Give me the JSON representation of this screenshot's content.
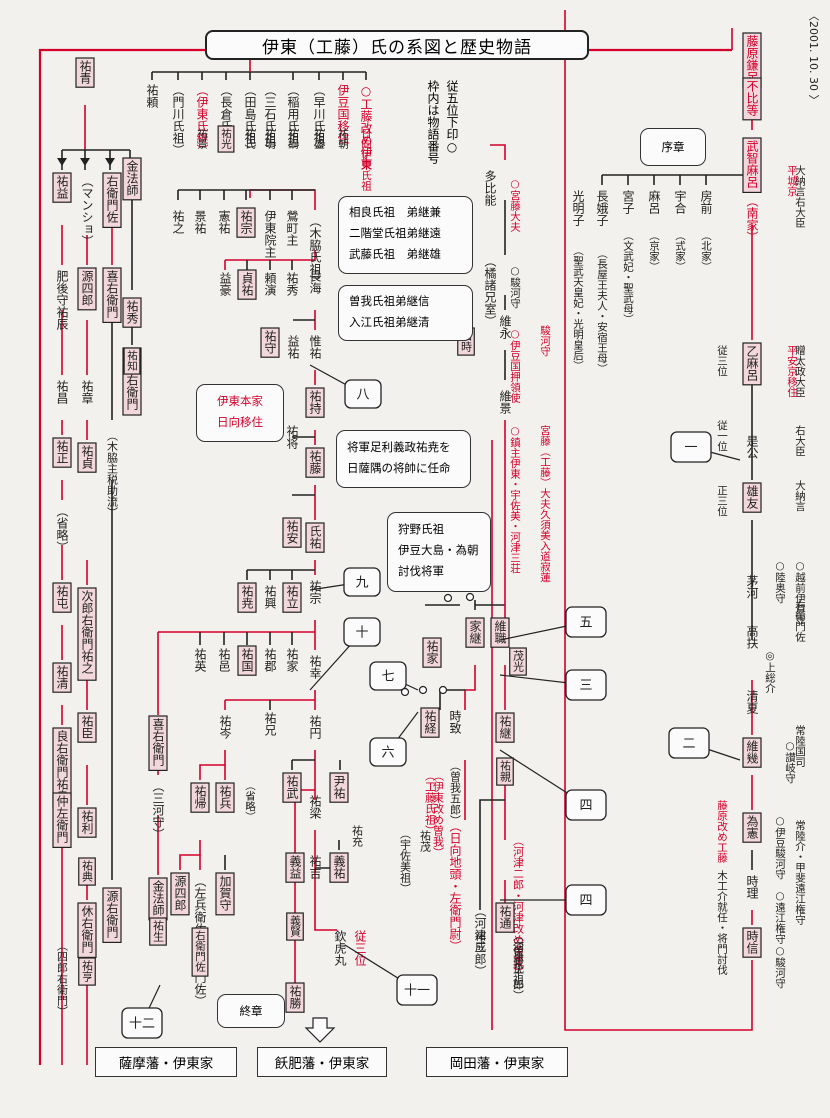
{
  "title": "伊東（工藤）氏の系図と歴史物語",
  "date": "〈2001. 10. 30 〉",
  "legend": {
    "line1": "従五位下印○",
    "line2": "枠内は物語番号"
  },
  "colors": {
    "red": "#d4002a",
    "ink": "#222222",
    "box_fill": "#f2d8dc",
    "paper": "#f3f1ee"
  },
  "people": [
    {
      "name": "藤原鎌足",
      "color": "red",
      "box": true
    },
    {
      "name": "不比等",
      "color": "red",
      "box": true
    },
    {
      "name": "武智麻呂",
      "color": "red",
      "box": true
    },
    {
      "name": "（南家）",
      "color": "red"
    },
    {
      "name": "乙麻呂",
      "box": true
    },
    {
      "name": "是公"
    },
    {
      "name": "雄友",
      "box": true
    },
    {
      "name": "茅河"
    },
    {
      "name": "高扶"
    },
    {
      "name": "清夏"
    },
    {
      "name": "維幾",
      "box": true
    },
    {
      "name": "為憲",
      "box": true
    },
    {
      "name": "時理"
    },
    {
      "name": "時信",
      "box": true
    },
    {
      "name": "房前"
    },
    {
      "name": "（北家）"
    },
    {
      "name": "宇合"
    },
    {
      "name": "（式家）"
    },
    {
      "name": "麻呂"
    },
    {
      "name": "（京家）"
    },
    {
      "name": "宮子"
    },
    {
      "name": "（文武妃・聖武母）"
    },
    {
      "name": "長娥子"
    },
    {
      "name": "（長屋王夫人・安宿王母）"
    },
    {
      "name": "光明子"
    },
    {
      "name": "（聖武天皇妃・光明皇后）"
    },
    {
      "name": "多比能"
    },
    {
      "name": "（橘諸兄室）"
    },
    {
      "name": "維永"
    },
    {
      "name": "維景"
    },
    {
      "name": "維職",
      "box": true
    },
    {
      "name": "家継",
      "box": true
    },
    {
      "name": "祐家",
      "box": true
    },
    {
      "name": "祐継",
      "box": true
    },
    {
      "name": "茂光",
      "box": true
    },
    {
      "name": "祐親",
      "box": true
    },
    {
      "name": "（河津二郎・河津改め伊東）",
      "color": "red"
    },
    {
      "name": "祐通",
      "box": true
    },
    {
      "name": "（河津氏祖）"
    },
    {
      "name": "（河津三郎）"
    },
    {
      "name": "祐成"
    },
    {
      "name": "（曽我十郎）"
    },
    {
      "name": "時致"
    },
    {
      "name": "（曽我五郎）"
    },
    {
      "name": "（伊東改め曽我）",
      "color": "red"
    },
    {
      "name": "祐経",
      "box": true
    },
    {
      "name": "（工藤氏祖）",
      "color": "red"
    },
    {
      "name": "（日向地頭・左衛門尉）",
      "color": "red"
    },
    {
      "name": "祐茂"
    },
    {
      "name": "（宇佐美祖）"
    },
    {
      "name": "祐時",
      "box": true
    },
    {
      "name": "○工藤改め伊東",
      "color": "red"
    },
    {
      "name": "日向伊東氏祖",
      "color": "red"
    },
    {
      "name": "伊豆国移住",
      "color": "red"
    },
    {
      "name": "祐朝"
    },
    {
      "name": "（早川氏祖）"
    },
    {
      "name": "祐盛"
    },
    {
      "name": "（稲用氏祖）"
    },
    {
      "name": "祐綱"
    },
    {
      "name": "（三石氏祖）"
    },
    {
      "name": "祐明"
    },
    {
      "name": "（田島氏祖）"
    },
    {
      "name": "祐氏"
    },
    {
      "name": "（長倉氏祖）"
    },
    {
      "name": "祐光",
      "box": true
    },
    {
      "name": "（伊東氏継）",
      "color": "red"
    },
    {
      "name": "祐景"
    },
    {
      "name": "（門川氏祖）"
    },
    {
      "name": "祐頼"
    },
    {
      "name": "（木脇氏祖）"
    },
    {
      "name": "鶯町主"
    },
    {
      "name": "伊東院主"
    },
    {
      "name": "祐宗",
      "box": true
    },
    {
      "name": "憲祐"
    },
    {
      "name": "景祐"
    },
    {
      "name": "祐之"
    },
    {
      "name": "良海"
    },
    {
      "name": "祐秀"
    },
    {
      "name": "頼演"
    },
    {
      "name": "貞祐",
      "box": true
    },
    {
      "name": "益豪"
    },
    {
      "name": "惟祐"
    },
    {
      "name": "益祐"
    },
    {
      "name": "祐守",
      "box": true
    },
    {
      "name": "祐持",
      "box": true
    },
    {
      "name": "祐藤",
      "box": true
    },
    {
      "name": "祐将"
    },
    {
      "name": "氏祐",
      "box": true
    },
    {
      "name": "祐安",
      "box": true
    },
    {
      "name": "祐宗"
    },
    {
      "name": "祐立",
      "box": true
    },
    {
      "name": "祐興"
    },
    {
      "name": "祐尭",
      "box": true
    },
    {
      "name": "祐幸"
    },
    {
      "name": "祐家"
    },
    {
      "name": "祐郡"
    },
    {
      "name": "祐国",
      "box": true
    },
    {
      "name": "祐邑"
    },
    {
      "name": "祐英"
    },
    {
      "name": "祐円"
    },
    {
      "name": "祐兄"
    },
    {
      "name": "祐岑"
    },
    {
      "name": "尹祐",
      "box": true
    },
    {
      "name": "祐梁"
    },
    {
      "name": "祐武",
      "box": true
    },
    {
      "name": "祐充"
    },
    {
      "name": "義祐",
      "box": true
    },
    {
      "name": "祐吉"
    },
    {
      "name": "従三位",
      "color": "red"
    },
    {
      "name": "欽虎丸"
    },
    {
      "name": "義益",
      "box": true
    },
    {
      "name": "義賢",
      "box": true
    },
    {
      "name": "祐勝",
      "box": true
    },
    {
      "name": "祐兵",
      "box": true
    },
    {
      "name": "（省略）"
    },
    {
      "name": "祐帰",
      "box": true
    },
    {
      "name": "加賀守",
      "box": true
    },
    {
      "name": "（左兵衛佐・左衛門佐）"
    },
    {
      "name": "右衛門佐",
      "box": true
    },
    {
      "name": "源四郎",
      "box": true
    },
    {
      "name": "喜右衛門",
      "box": true
    },
    {
      "name": "（三河守）"
    },
    {
      "name": "金法師",
      "box": true
    },
    {
      "name": "祐生",
      "box": true
    },
    {
      "name": "祐青",
      "box": true
    },
    {
      "name": "祐益",
      "box": true
    },
    {
      "name": "（マンショ）"
    },
    {
      "name": "右衛門佐",
      "box": true
    },
    {
      "name": "金法師",
      "box": true
    },
    {
      "name": "喜右衛門",
      "box": true
    },
    {
      "name": "源四郎",
      "box": true
    },
    {
      "name": "肥後守祐辰"
    },
    {
      "name": "祐秀",
      "box": true
    },
    {
      "name": "次郎右衛門",
      "box": true
    },
    {
      "name": "祐知",
      "box": true
    },
    {
      "name": "祐昌"
    },
    {
      "name": "祐章"
    },
    {
      "name": "（木脇主税助流）"
    },
    {
      "name": "祐正",
      "box": true
    },
    {
      "name": "祐貞",
      "box": true
    },
    {
      "name": "（省略）"
    },
    {
      "name": "祐屯",
      "box": true
    },
    {
      "name": "次郎右衛門祐之",
      "box": true
    },
    {
      "name": "祐清",
      "box": true
    },
    {
      "name": "祐臣",
      "box": true
    },
    {
      "name": "良右衛門祐良",
      "box": true
    },
    {
      "name": "祐利",
      "box": true
    },
    {
      "name": "仲左衛門",
      "box": true
    },
    {
      "name": "祐典",
      "box": true
    },
    {
      "name": "休右衛門",
      "box": true
    },
    {
      "name": "祐亨",
      "box": true
    },
    {
      "name": "（四郎右衛門）"
    },
    {
      "name": "源右衛門",
      "box": true
    },
    {
      "name": "（源四郎）"
    },
    {
      "name": "（正一位・大勲位）"
    },
    {
      "name": "九左衛門"
    }
  ],
  "annotations": [
    "大納言右大臣",
    "平城京",
    "贈太政大臣",
    "平安京移住",
    "従三位",
    "右大臣",
    "従一位",
    "大納言",
    "正三位",
    "○越前伊賀守",
    "○陸奥守",
    "◎上総介",
    "○讃岐守",
    "○伊豆駿河守",
    "○遠江権守",
    "○駿河守",
    "右衛門佐",
    "常陸国司",
    "常陸介・甲斐遠江権守",
    "藤原改め工藤",
    "木工介就任・将門討伐",
    "○宮藤大夫",
    "○駿河守",
    "駿河守",
    "○伊豆国押領使",
    "宮藤（工藤）大夫久須美入道寂蓮",
    "○鎮主伊東・宇佐美・河津三荘"
  ],
  "callouts": {
    "jo": "序章",
    "soga": [
      "相良氏祖　弟継兼",
      "二階堂氏祖弟継遠",
      "武藤氏祖　弟継雄"
    ],
    "soga2": [
      "曽我氏祖弟継信",
      "入江氏祖弟継清"
    ],
    "itoh": [
      "伊東本家",
      "日向移住"
    ],
    "shogun": [
      "将軍足利義政祐尭を",
      "日薩隅の将帥に任命"
    ],
    "kano": [
      "狩野氏祖",
      "伊豆大島・為朝",
      "討伐将軍"
    ],
    "numbers": [
      "一",
      "二",
      "三",
      "四",
      "四",
      "五",
      "六",
      "七",
      "八",
      "九",
      "十",
      "十一",
      "十二"
    ],
    "shusho": "終章"
  },
  "bottom": [
    "薩摩藩・伊東家",
    "飫肥藩・伊東家",
    "岡田藩・伊東家"
  ]
}
